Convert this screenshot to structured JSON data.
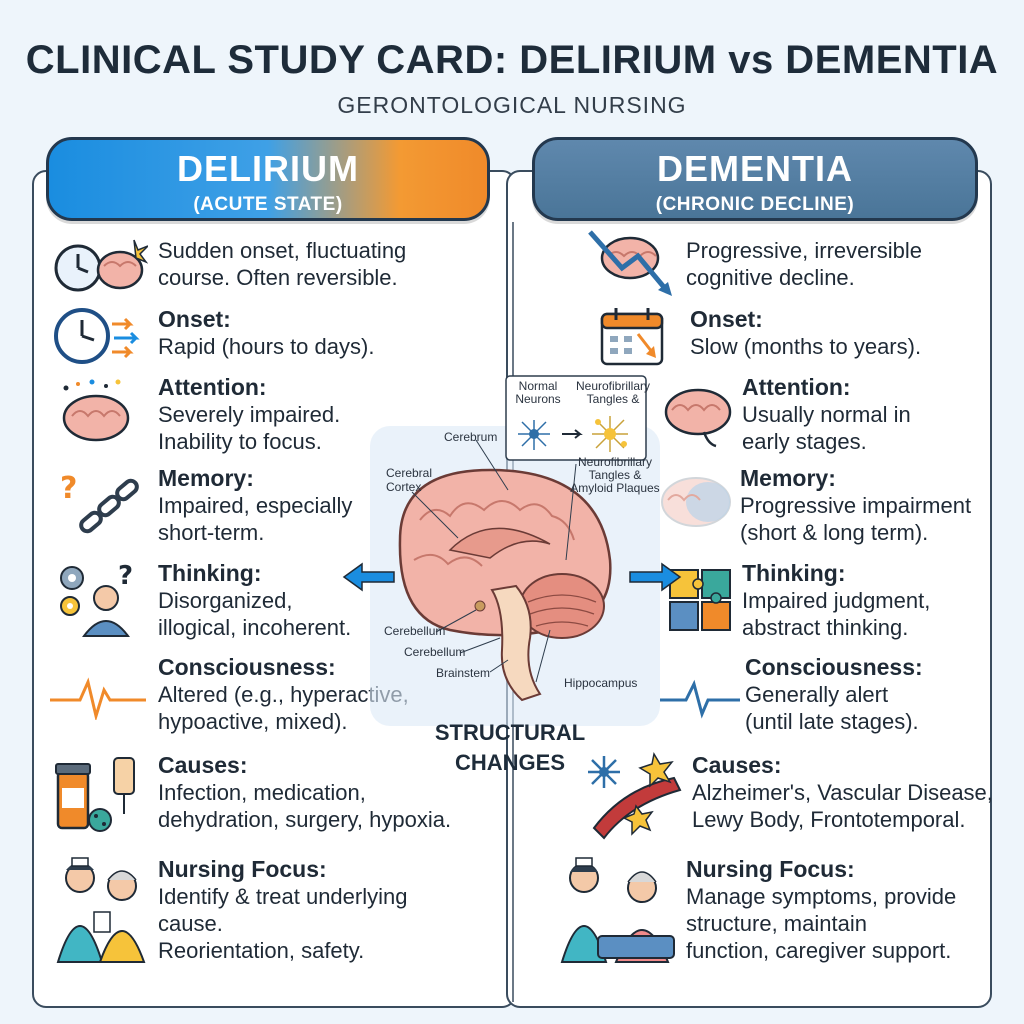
{
  "title": "CLINICAL STUDY CARD: DELIRIUM vs DEMENTIA",
  "subtitle": "GERONTOLOGICAL NURSING",
  "delirium": {
    "header": "DELIRIUM",
    "subheader": "(ACUTE STATE)",
    "summary": [
      "Sudden onset, fluctuating",
      "course. Often reversible."
    ],
    "rows": [
      {
        "label": "Onset:",
        "lines": [
          "Rapid (hours to days)."
        ]
      },
      {
        "label": "Attention:",
        "lines": [
          "Severely impaired.",
          "Inability to focus."
        ]
      },
      {
        "label": "Memory:",
        "lines": [
          "Impaired, especially",
          "short-term."
        ]
      },
      {
        "label": "Thinking:",
        "lines": [
          "Disorganized,",
          "illogical, incoherent."
        ]
      },
      {
        "label": "Consciousness:",
        "lines": [
          "Altered (e.g., hyperactive,",
          "hypoactive, mixed)."
        ]
      },
      {
        "label": "Causes:",
        "lines": [
          "Infection, medication,",
          "dehydration, surgery, hypoxia."
        ]
      },
      {
        "label": "Nursing Focus:",
        "lines": [
          "Identify & treat underlying",
          "cause.",
          "Reorientation, safety."
        ]
      }
    ]
  },
  "dementia": {
    "header": "DEMENTIA",
    "subheader": "(CHRONIC DECLINE)",
    "summary": [
      "Progressive, irreversible",
      "cognitive decline."
    ],
    "rows": [
      {
        "label": "Onset:",
        "lines": [
          "Slow (months to years)."
        ]
      },
      {
        "label": "Attention:",
        "lines": [
          "Usually normal in",
          "early stages."
        ]
      },
      {
        "label": "Memory:",
        "lines": [
          "Progressive impairment",
          "(short & long term)."
        ]
      },
      {
        "label": "Thinking:",
        "lines": [
          "Impaired judgment,",
          "abstract thinking."
        ]
      },
      {
        "label": "Consciousness:",
        "lines": [
          "Generally alert",
          "(until late stages)."
        ]
      },
      {
        "label": "Causes:",
        "lines": [
          "Alzheimer's, Vascular Disease,",
          "Lewy Body, Frontotemporal."
        ]
      },
      {
        "label": "Nursing Focus:",
        "lines": [
          "Manage symptoms, provide",
          "structure, maintain",
          "function, caregiver support."
        ]
      }
    ]
  },
  "diagram": {
    "inset_normal": [
      "Normal",
      "Neurons"
    ],
    "inset_tangles": [
      "Neurofibrillary",
      "Tangles &"
    ],
    "labels": {
      "cerebrum": "Cerebrum",
      "cortex": [
        "Cerebral",
        "Cortex"
      ],
      "plaques": [
        "Neurofibrillary",
        "Tangles &",
        "Amyloid Plaques"
      ],
      "cerebellum1": "Cerebellum",
      "cerebellum2": "Cerebellum",
      "brainstem": "Brainstem",
      "hippocampus": "Hippocampus"
    },
    "caption": [
      "STRUCTURAL",
      "CHANGES"
    ]
  },
  "colors": {
    "delirium_blue": "#1a8de0",
    "delirium_orange": "#f08a2a",
    "dementia_slate": "#4a7598",
    "brain_pink": "#f2b3a8"
  }
}
